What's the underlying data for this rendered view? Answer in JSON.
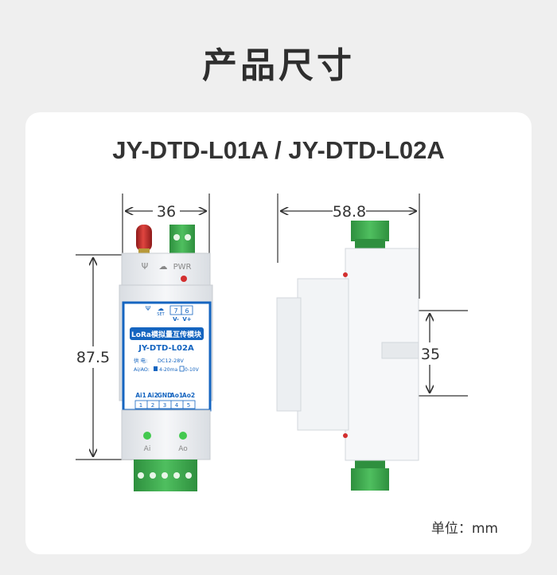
{
  "page": {
    "title": "产品尺寸",
    "model": "JY-DTD-L01A / JY-DTD-L02A",
    "unit": "单位：mm"
  },
  "dimensions": {
    "front_width": "36",
    "front_height": "87.5",
    "side_depth": "58.8",
    "side_rail": "35"
  },
  "device": {
    "pwr_label": "PWR",
    "terminal_top": [
      "7",
      "6"
    ],
    "terminal_top_labels": [
      "V-",
      "V+"
    ],
    "set_label": "SET",
    "name_cn": "LoRa模拟量互传模块",
    "model": "JY-DTD-L02A",
    "supply_label": "供  电:",
    "supply_value": "DC12-28V",
    "aio_label": "Ai/AO:",
    "aio_option1": "4-20ma",
    "aio_option2": "0-10V",
    "terminal_bottom_labels": [
      "Ai1",
      "Ai2",
      "GND",
      "Ao1",
      "Ao2"
    ],
    "terminal_bottom": [
      "1",
      "2",
      "3",
      "4",
      "5"
    ],
    "led_ai": "Ai",
    "led_ao": "Ao"
  },
  "colors": {
    "accent_blue": "#1565c0",
    "terminal_green": "#3aa84c",
    "antenna_red": "#c62828",
    "body_white": "#f4f6f8"
  }
}
